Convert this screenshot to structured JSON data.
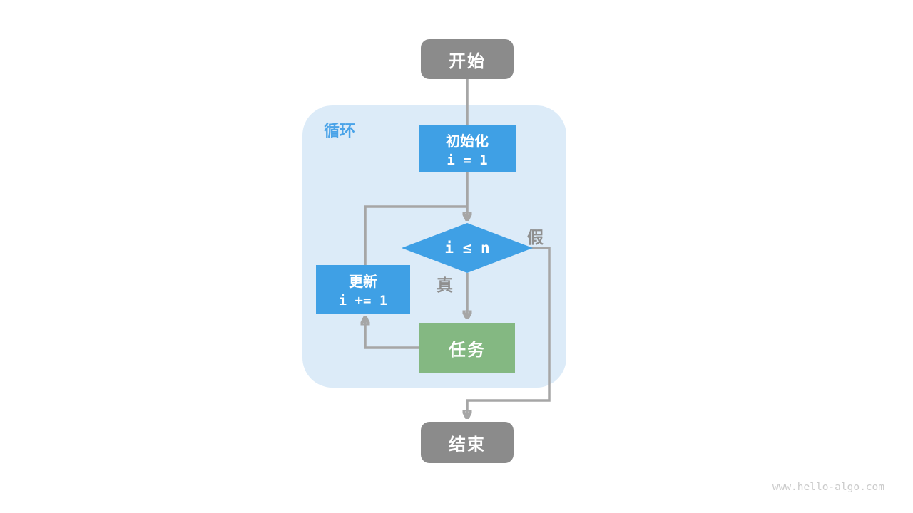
{
  "page": {
    "watermark": "www.hello-algo.com"
  },
  "colors": {
    "loop_container_bg": "#dcebf8",
    "loop_label_blue": "#4aa3e8",
    "process_blue": "#3fa0e5",
    "task_green": "#84b882",
    "terminal_gray": "#8b8b8b",
    "connector_gray": "#a6a6a6",
    "branch_label_gray": "#8f8f8f",
    "watermark_gray": "#cbcbcb"
  },
  "diagram": {
    "loop_label": "循环",
    "nodes": {
      "start": {
        "label": "开始"
      },
      "init": {
        "title": "初始化",
        "code": "i = 1"
      },
      "condition": {
        "code": "i ≤ n"
      },
      "update": {
        "title": "更新",
        "code": "i += 1"
      },
      "task": {
        "label": "任务"
      },
      "end": {
        "label": "结束"
      }
    },
    "edge_labels": {
      "true_label": "真",
      "false_label": "假"
    }
  }
}
